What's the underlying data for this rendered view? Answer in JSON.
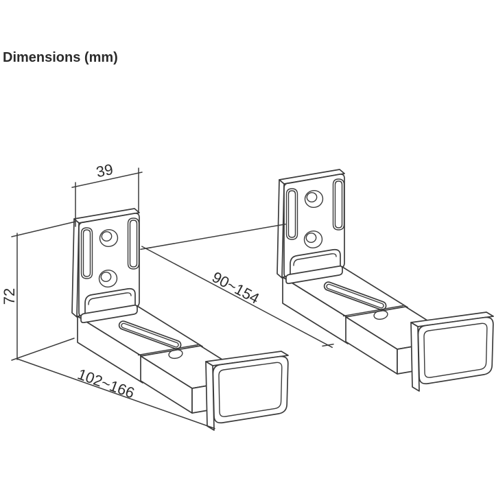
{
  "title": "Dimensions (mm)",
  "drawing": {
    "description": "Isometric technical line drawing of two adjustable soundbar wall-mount brackets",
    "unit": "mm",
    "line_color": "#3b3b3b",
    "background_color": "#ffffff",
    "dimensions": {
      "plate_width": "39",
      "plate_height": "72",
      "arm_extension_range": "90~154",
      "overall_depth_range": "102~166"
    }
  }
}
